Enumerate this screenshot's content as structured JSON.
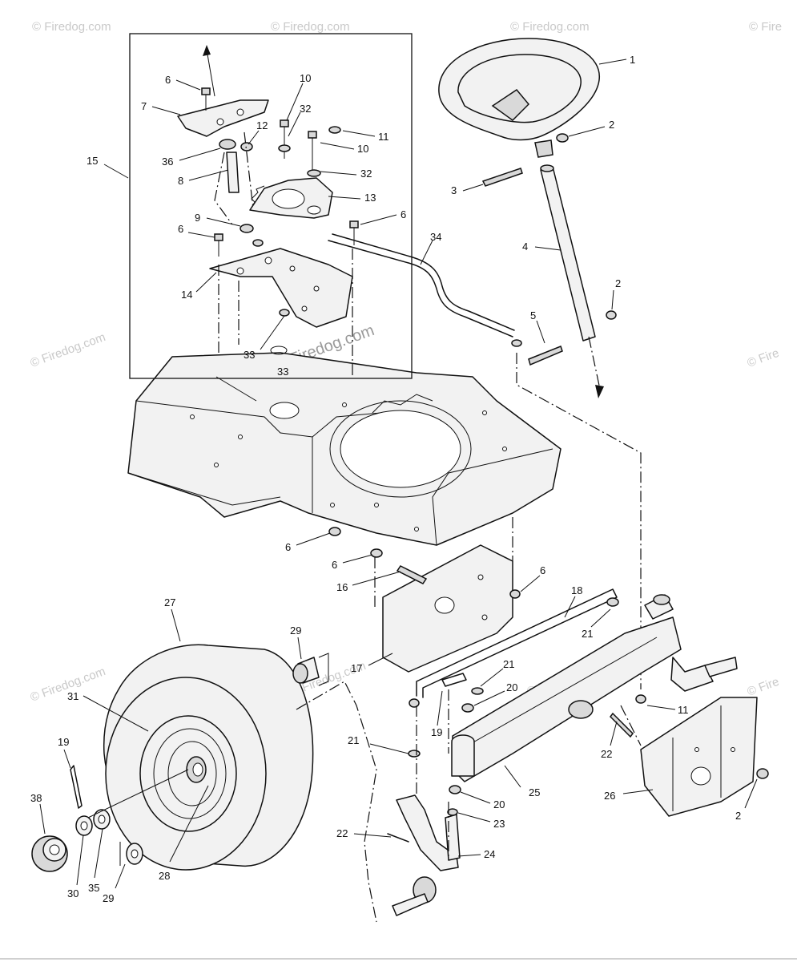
{
  "watermarks": [
    "© Firedog.com",
    "© Firedog.com",
    "© Firedog.com",
    "© Fire",
    "© Firedog.com",
    "© Fire",
    "© Firedog.com",
    "© Firedog.com",
    "© Firedog.com",
    "© Fire",
    "© Firedog.com"
  ],
  "callouts": {
    "c1": "1",
    "c2a": "2",
    "c3": "3",
    "c4": "4",
    "c2b": "2",
    "c5": "5",
    "c34": "34",
    "c15": "15",
    "c6a": "6",
    "c7": "7",
    "c10a": "10",
    "c32a": "32",
    "c12": "12",
    "c11a": "11",
    "c10b": "10",
    "c36": "36",
    "c8": "8",
    "c32b": "32",
    "c13": "13",
    "c9": "9",
    "c6b": "6",
    "c6c": "6",
    "c14": "14",
    "c33a": "33",
    "c33b": "33",
    "c6d": "6",
    "c6e": "6",
    "c16": "16",
    "c6f": "6",
    "c18": "18",
    "c21a": "21",
    "c17": "17",
    "c27": "27",
    "c29a": "29",
    "c31": "31",
    "c21b": "21",
    "c20a": "20",
    "c19a": "19",
    "c11b": "11",
    "c22a": "22",
    "c21c": "21",
    "c25": "25",
    "c26": "26",
    "c2c": "2",
    "c20b": "20",
    "c23": "23",
    "c22b": "22",
    "c24": "24",
    "c19b": "19",
    "c38": "38",
    "c30": "30",
    "c35": "35",
    "c29b": "29",
    "c28": "28"
  }
}
